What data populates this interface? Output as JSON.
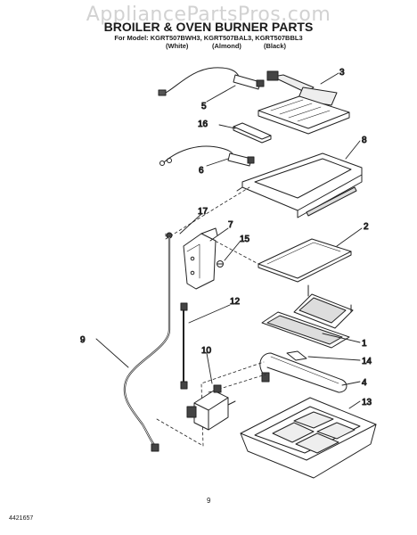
{
  "watermark": "AppliancePartsPros.com",
  "title": "BROILER & OVEN BURNER PARTS",
  "model_line": "For Model: KGRT507BWH3, KGRT507BAL3, KGRT507BBL3",
  "variants": {
    "white": "(White)",
    "almond": "(Almond)",
    "black": "(Black)"
  },
  "callouts": {
    "c1": "1",
    "c2": "2",
    "c3": "3",
    "c4": "4",
    "c5": "5",
    "c6": "6",
    "c7": "7",
    "c8": "8",
    "c9": "9",
    "c10": "10",
    "c12": "12",
    "c13": "13",
    "c14": "14",
    "c15": "15",
    "c16": "16",
    "c17": "17"
  },
  "page_number": "9",
  "doc_code": "4421657"
}
